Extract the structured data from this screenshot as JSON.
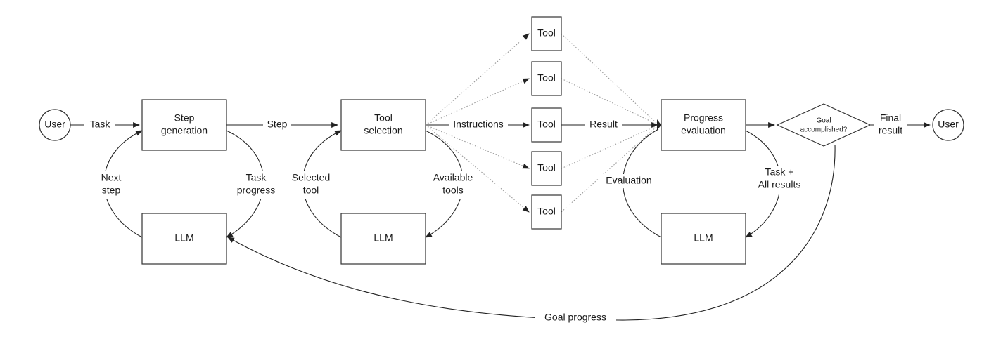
{
  "nodes": {
    "user_start": "User",
    "step_generation": [
      "Step",
      "generation"
    ],
    "tool_selection": [
      "Tool",
      "selection"
    ],
    "tool_1": "Tool",
    "tool_2": "Tool",
    "tool_3": "Tool",
    "tool_4": "Tool",
    "tool_5": "Tool",
    "progress_evaluation": [
      "Progress",
      "evaluation"
    ],
    "goal_decision": [
      "Goal",
      "accomplished?"
    ],
    "user_end": "User",
    "llm_1": "LLM",
    "llm_2": "LLM",
    "llm_3": "LLM"
  },
  "edges": {
    "task": "Task",
    "step": "Step",
    "instructions": "Instructions",
    "result": "Result",
    "final_result": [
      "Final",
      "result"
    ],
    "next_step": [
      "Next",
      "step"
    ],
    "task_progress": [
      "Task",
      "progress"
    ],
    "selected_tool": [
      "Selected",
      "tool"
    ],
    "available_tools": [
      "Available",
      "tools"
    ],
    "evaluation": "Evaluation",
    "task_all_results": [
      "Task +",
      "All results"
    ],
    "goal_progress": "Goal progress"
  },
  "colors": {
    "stroke": "#333333",
    "dotted": "#9a9a9a",
    "background": "#ffffff"
  }
}
